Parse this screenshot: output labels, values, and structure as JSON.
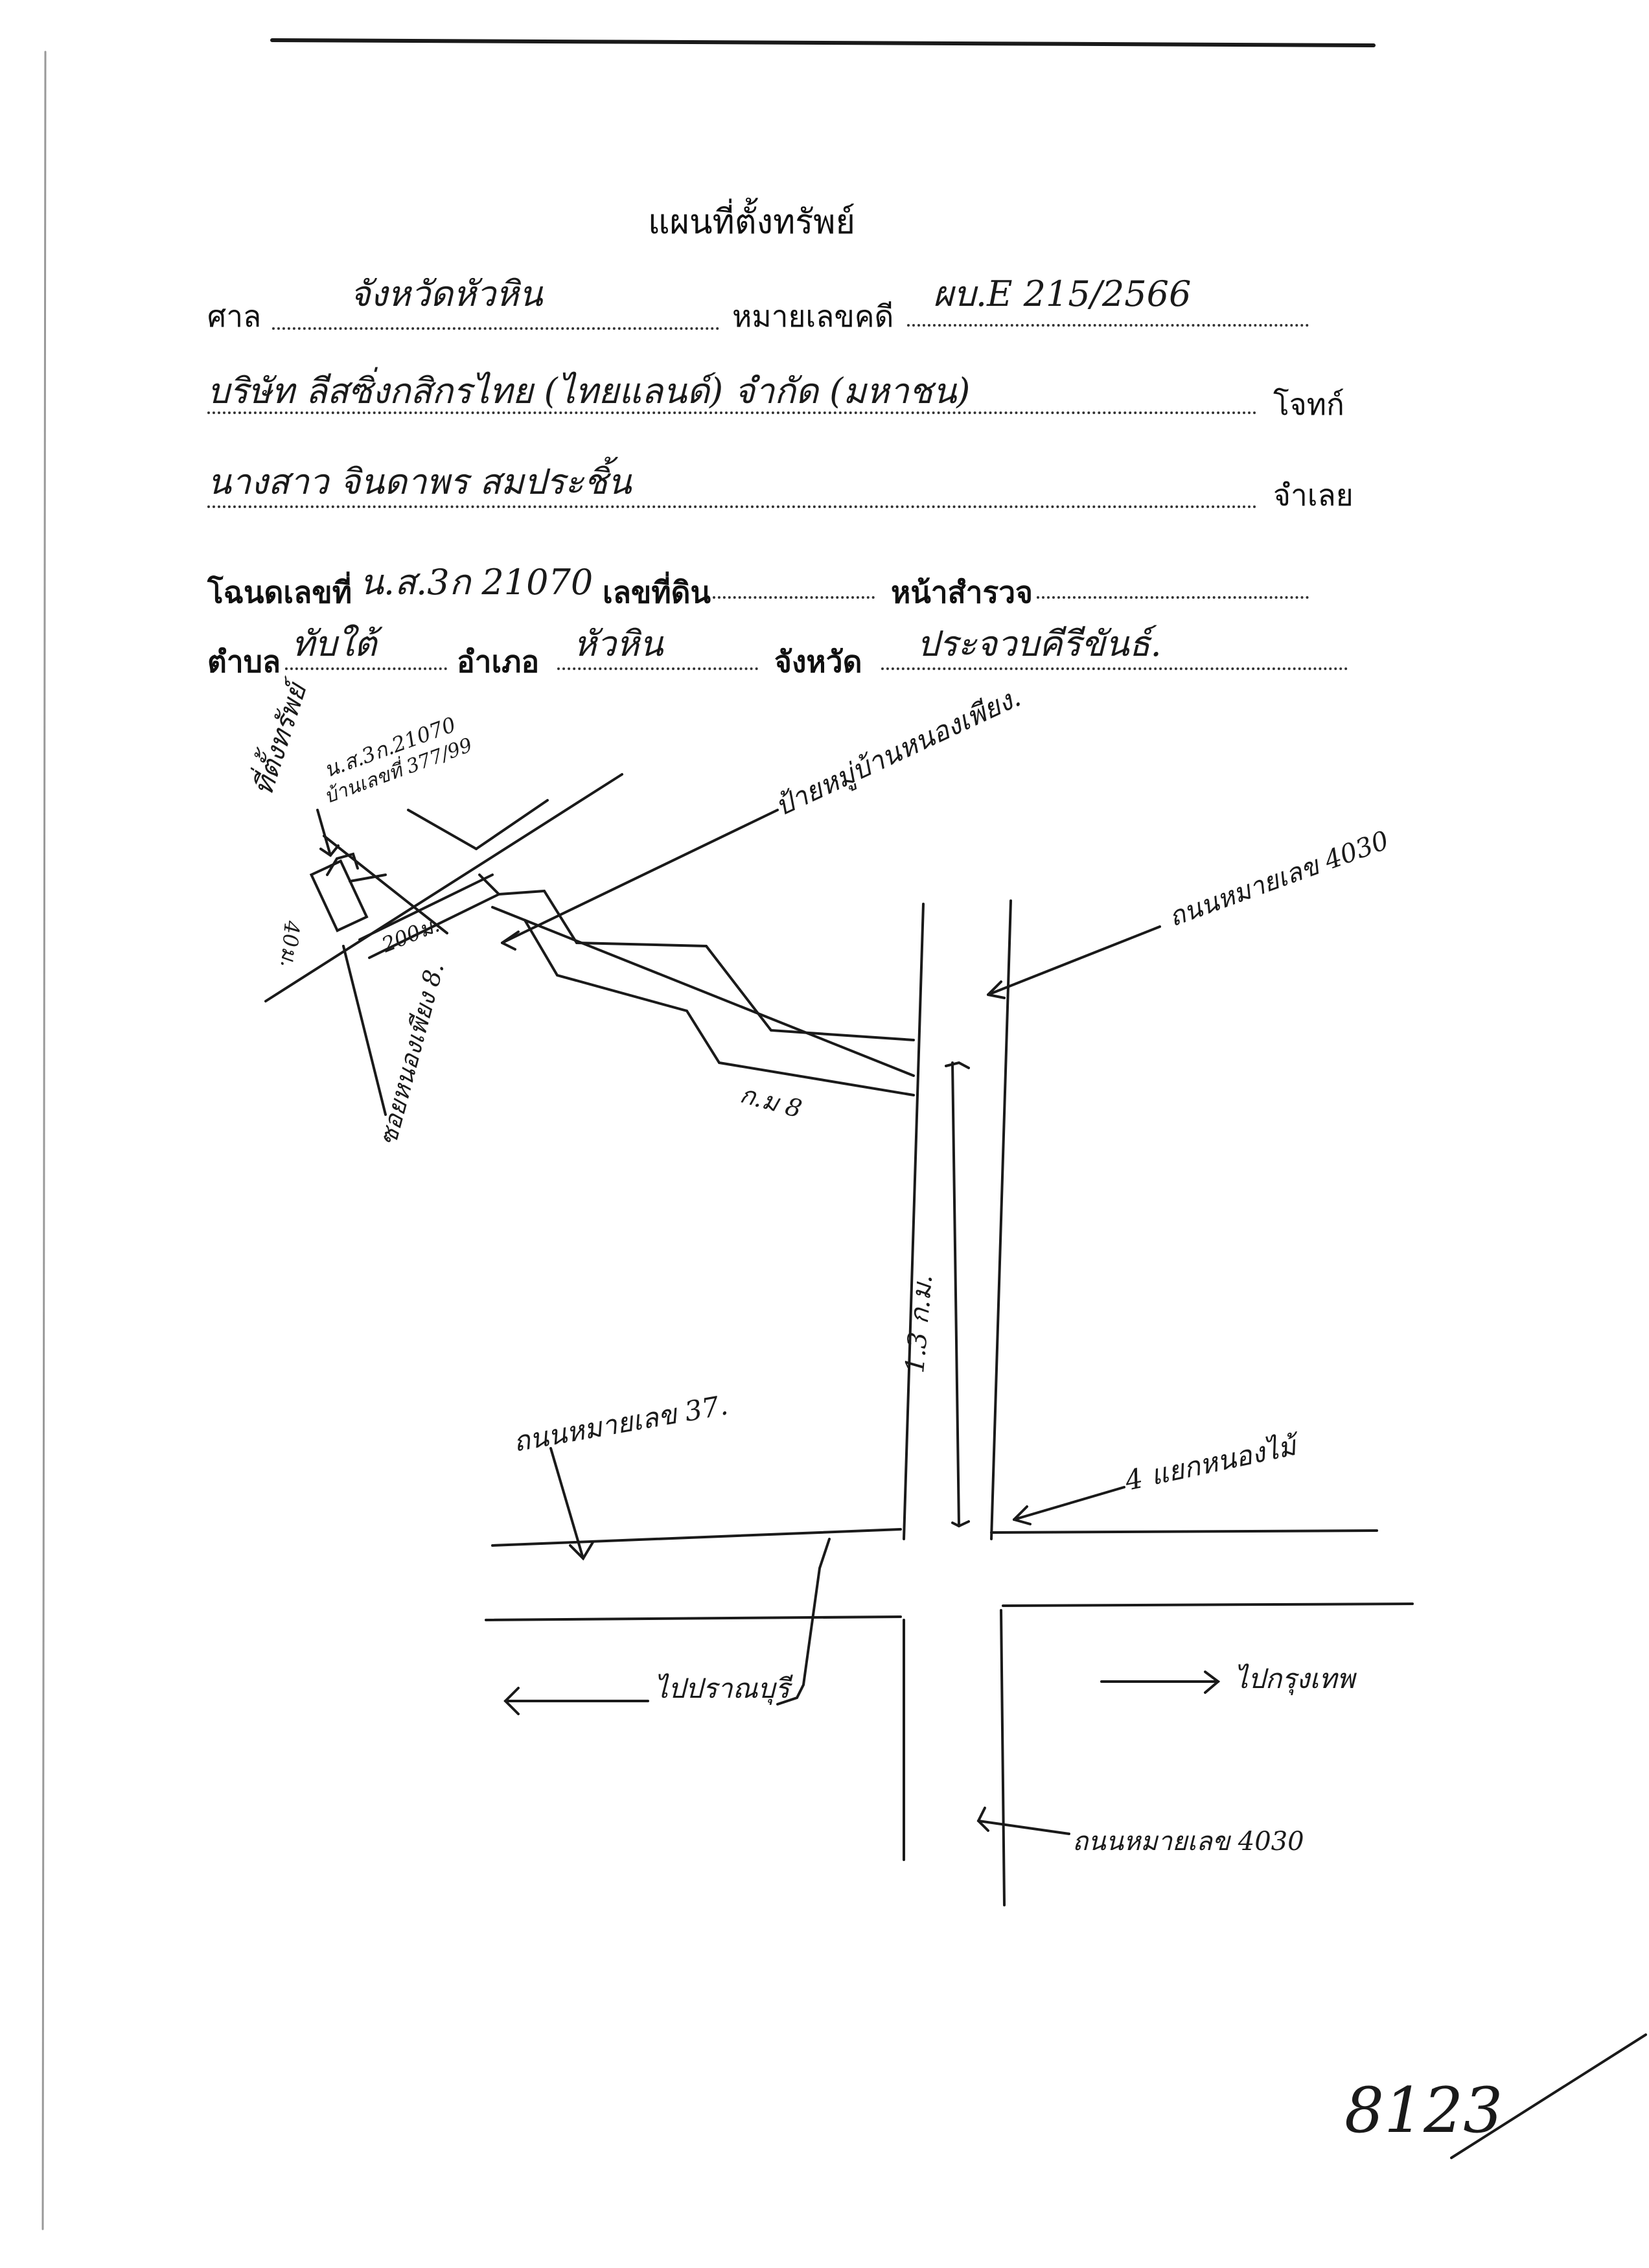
{
  "form": {
    "title": "แผนที่ตั้งทรัพย์",
    "court_label": "ศาล",
    "court_value": "จังหวัดหัวหิน",
    "case_label": "หมายเลขคดี",
    "case_value": "ผบ.E 215/2566",
    "plaintiff_value": "บริษัท ลีสซิ่งกสิกรไทย (ไทยแลนด์) จำกัด (มหาชน)",
    "plaintiff_label": "โจทก์",
    "defendant_value": "นางสาว จินดาพร สมประชิ้น",
    "defendant_label": "จำเลย",
    "deed_label": "โฉนดเลขที่",
    "deed_value": "น.ส.3ก 21070",
    "land_no_label": "เลขที่ดิน",
    "survey_label": "หน้าสำรวจ",
    "subdistrict_label": "ตำบล",
    "subdistrict_value": "ทับใต้",
    "district_label": "อำเภอ",
    "district_value": "หัวหิน",
    "province_label": "จังหวัด",
    "province_value": "ประจวบคีรีขันธ์."
  },
  "map": {
    "property_label": "ที่ตั้งทรัพย์",
    "deed_note": "น.ส.3ก.21070",
    "house_no_note": "บ้านเลขที่ 377/99",
    "width_note": "40ม.",
    "distance_note": "200ม.",
    "soi_label": "ซอยหนองเพียง 8.",
    "village_sign": "ป้ายหมู่บ้านหนองเพียง.",
    "road_4030_top": "ถนนหมายเลข 4030",
    "km_note": "ก.ม 8",
    "distance_13": "1.3 ก.ม.",
    "road_37": "ถนนหมายเลข 37.",
    "junction_label": "4 แยกหนองไม้",
    "to_pranburi": "ไปปราณบุรี",
    "to_bangkok": "ไปกรุงเทพ",
    "road_4030_bottom": "ถนนหมายเลข 4030"
  },
  "page_number": "8123"
}
